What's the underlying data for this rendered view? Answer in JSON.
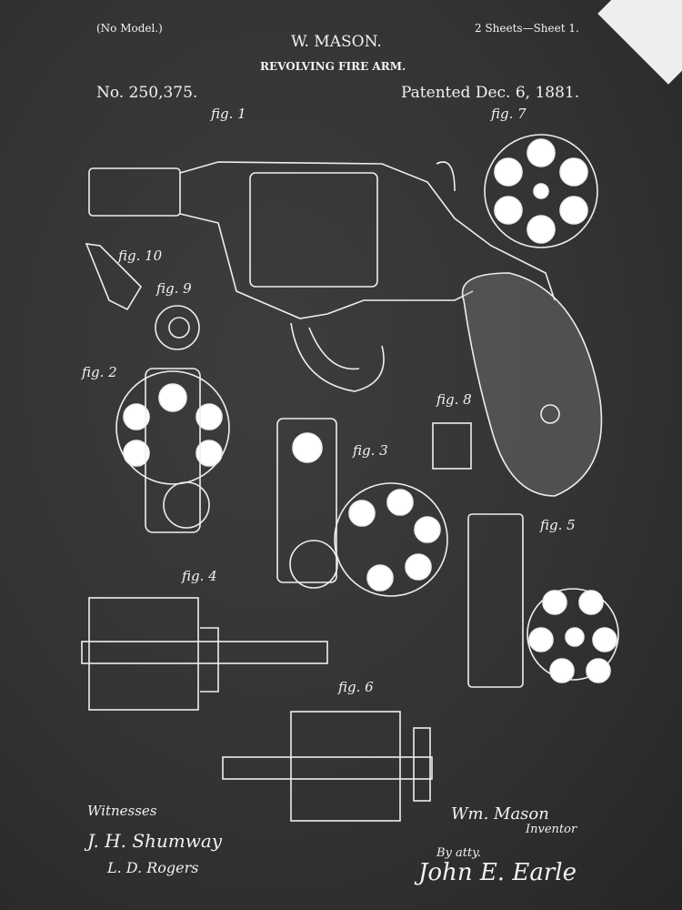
{
  "header": {
    "model_note": "(No Model.)",
    "inventor": "W. MASON.",
    "sheets": "2 Sheets—Sheet 1.",
    "title": "REVOLVING FIRE ARM.",
    "patent_number": "No. 250,375.",
    "patent_date": "Patented Dec. 6, 1881."
  },
  "figures": [
    "fig. 1",
    "fig. 7",
    "fig. 10",
    "fig. 9",
    "fig. 2",
    "fig. 8",
    "fig. 3",
    "fig. 5",
    "fig. 4",
    "fig. 6"
  ],
  "signatures": {
    "witnesses_label": "Witnesses",
    "witness_1": "J. H. Shumway",
    "witness_2": "L. D. Rogers",
    "inventor_sig": "Wm. Mason",
    "inventor_label": "Inventor",
    "attorney_label": "By atty.",
    "attorney_sig": "John E. Earle"
  },
  "colors": {
    "board": "#353535",
    "chalk": "#f2f2f2"
  }
}
